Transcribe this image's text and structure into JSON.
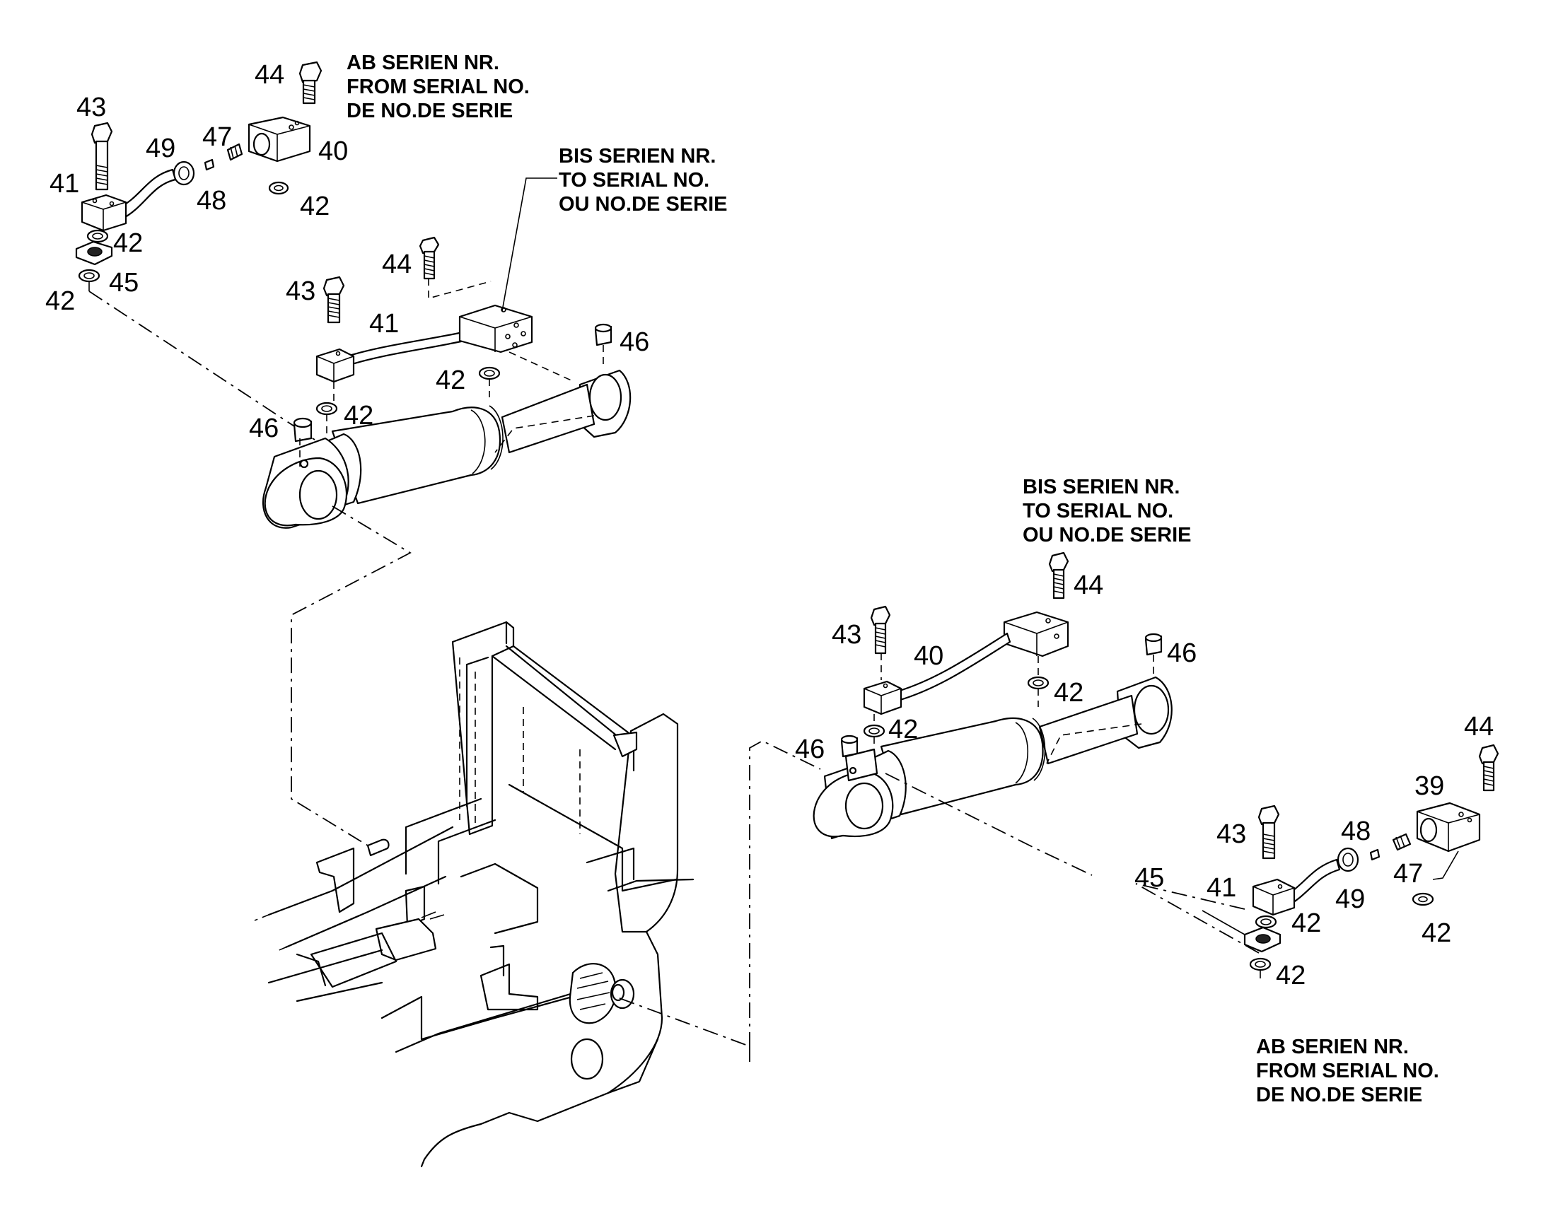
{
  "notes": {
    "top_left_from": [
      "AB SERIEN NR.",
      "FROM SERIAL NO.",
      "DE NO.DE SERIE"
    ],
    "top_center_to": [
      "BIS SERIEN NR.",
      "TO SERIAL NO.",
      "OU NO.DE SERIE"
    ],
    "mid_right_to": [
      "BIS SERIEN NR.",
      "TO SERIAL NO.",
      "OU NO.DE SERIE"
    ],
    "bottom_right_from": [
      "AB SERIEN NR.",
      "FROM SERIAL NO.",
      "DE NO.DE SERIE"
    ]
  },
  "callouts": {
    "tl_44": "44",
    "tl_43": "43",
    "tl_49": "49",
    "tl_47": "47",
    "tl_40": "40",
    "tl_41": "41",
    "tl_48": "48",
    "tl_42a": "42",
    "tl_42b": "42",
    "tl_45": "45",
    "tl_42c": "42",
    "uc_44": "44",
    "uc_43": "43",
    "uc_41": "41",
    "uc_46a": "46",
    "uc_42a": "42",
    "uc_42b": "42",
    "uc_46b": "46",
    "mr_44": "44",
    "mr_43": "43",
    "mr_40": "40",
    "mr_46a": "46",
    "mr_42a": "42",
    "mr_42b": "42",
    "mr_46b": "46",
    "br_44": "44",
    "br_39": "39",
    "br_43": "43",
    "br_48": "48",
    "br_41": "41",
    "br_47": "47",
    "br_45": "45",
    "br_49": "49",
    "br_42a": "42",
    "br_42b": "42",
    "br_42c": "42"
  }
}
